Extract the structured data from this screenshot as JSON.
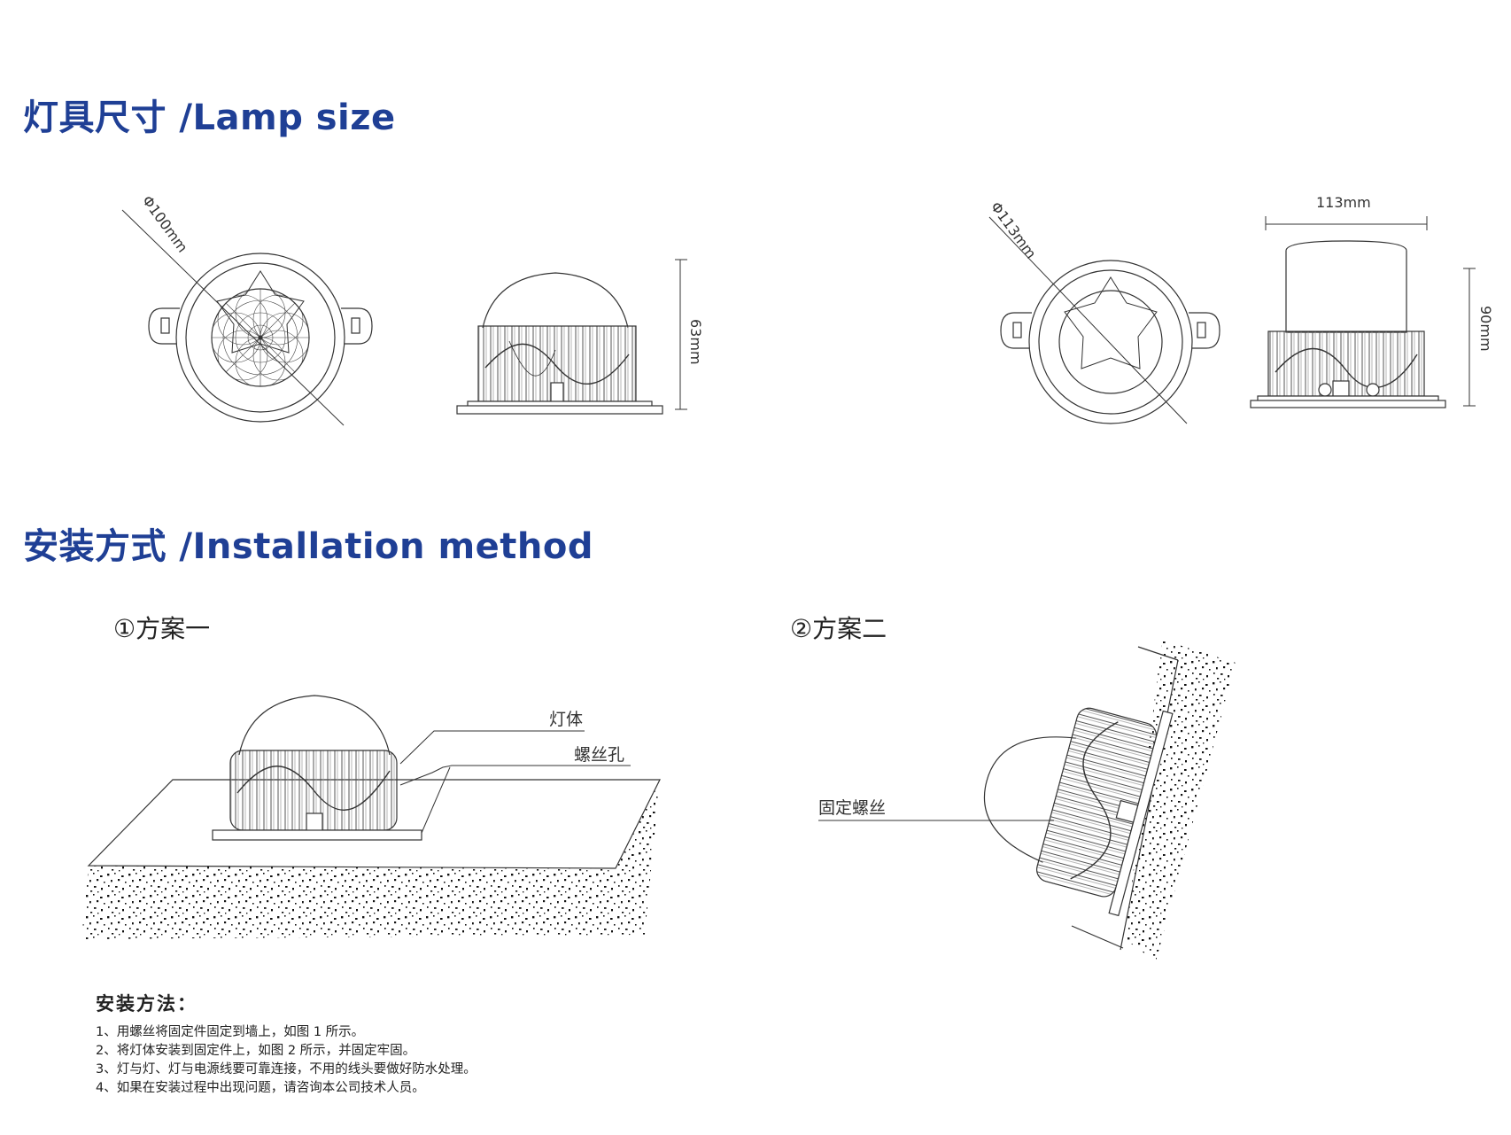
{
  "sections": {
    "lamp_size": {
      "title": "灯具尺寸 /Lamp size"
    },
    "installation": {
      "title": "安装方式 /Installation method"
    }
  },
  "dimensions": {
    "a_diameter": "Φ100mm",
    "a_height": "63mm",
    "b_diameter": "Φ113mm",
    "b_width": "113mm",
    "b_height": "90mm"
  },
  "schemes": [
    {
      "label": "①方案一",
      "callouts": [
        "灯体",
        "螺丝孔"
      ]
    },
    {
      "label": "②方案二",
      "callouts": [
        "固定螺丝"
      ]
    }
  ],
  "instructions": {
    "title": "安装方法：",
    "items": [
      "1、用螺丝将固定件固定到墙上，如图 1 所示。",
      "2、将灯体安装到固定件上，如图 2 所示，并固定牢固。",
      "3、灯与灯、灯与电源线要可靠连接，不用的线头要做好防水处理。",
      "4、如果在安装过程中出现问题，请咨询本公司技术人员。"
    ]
  },
  "colors": {
    "heading": "#1f3f95",
    "line": "#333333"
  }
}
